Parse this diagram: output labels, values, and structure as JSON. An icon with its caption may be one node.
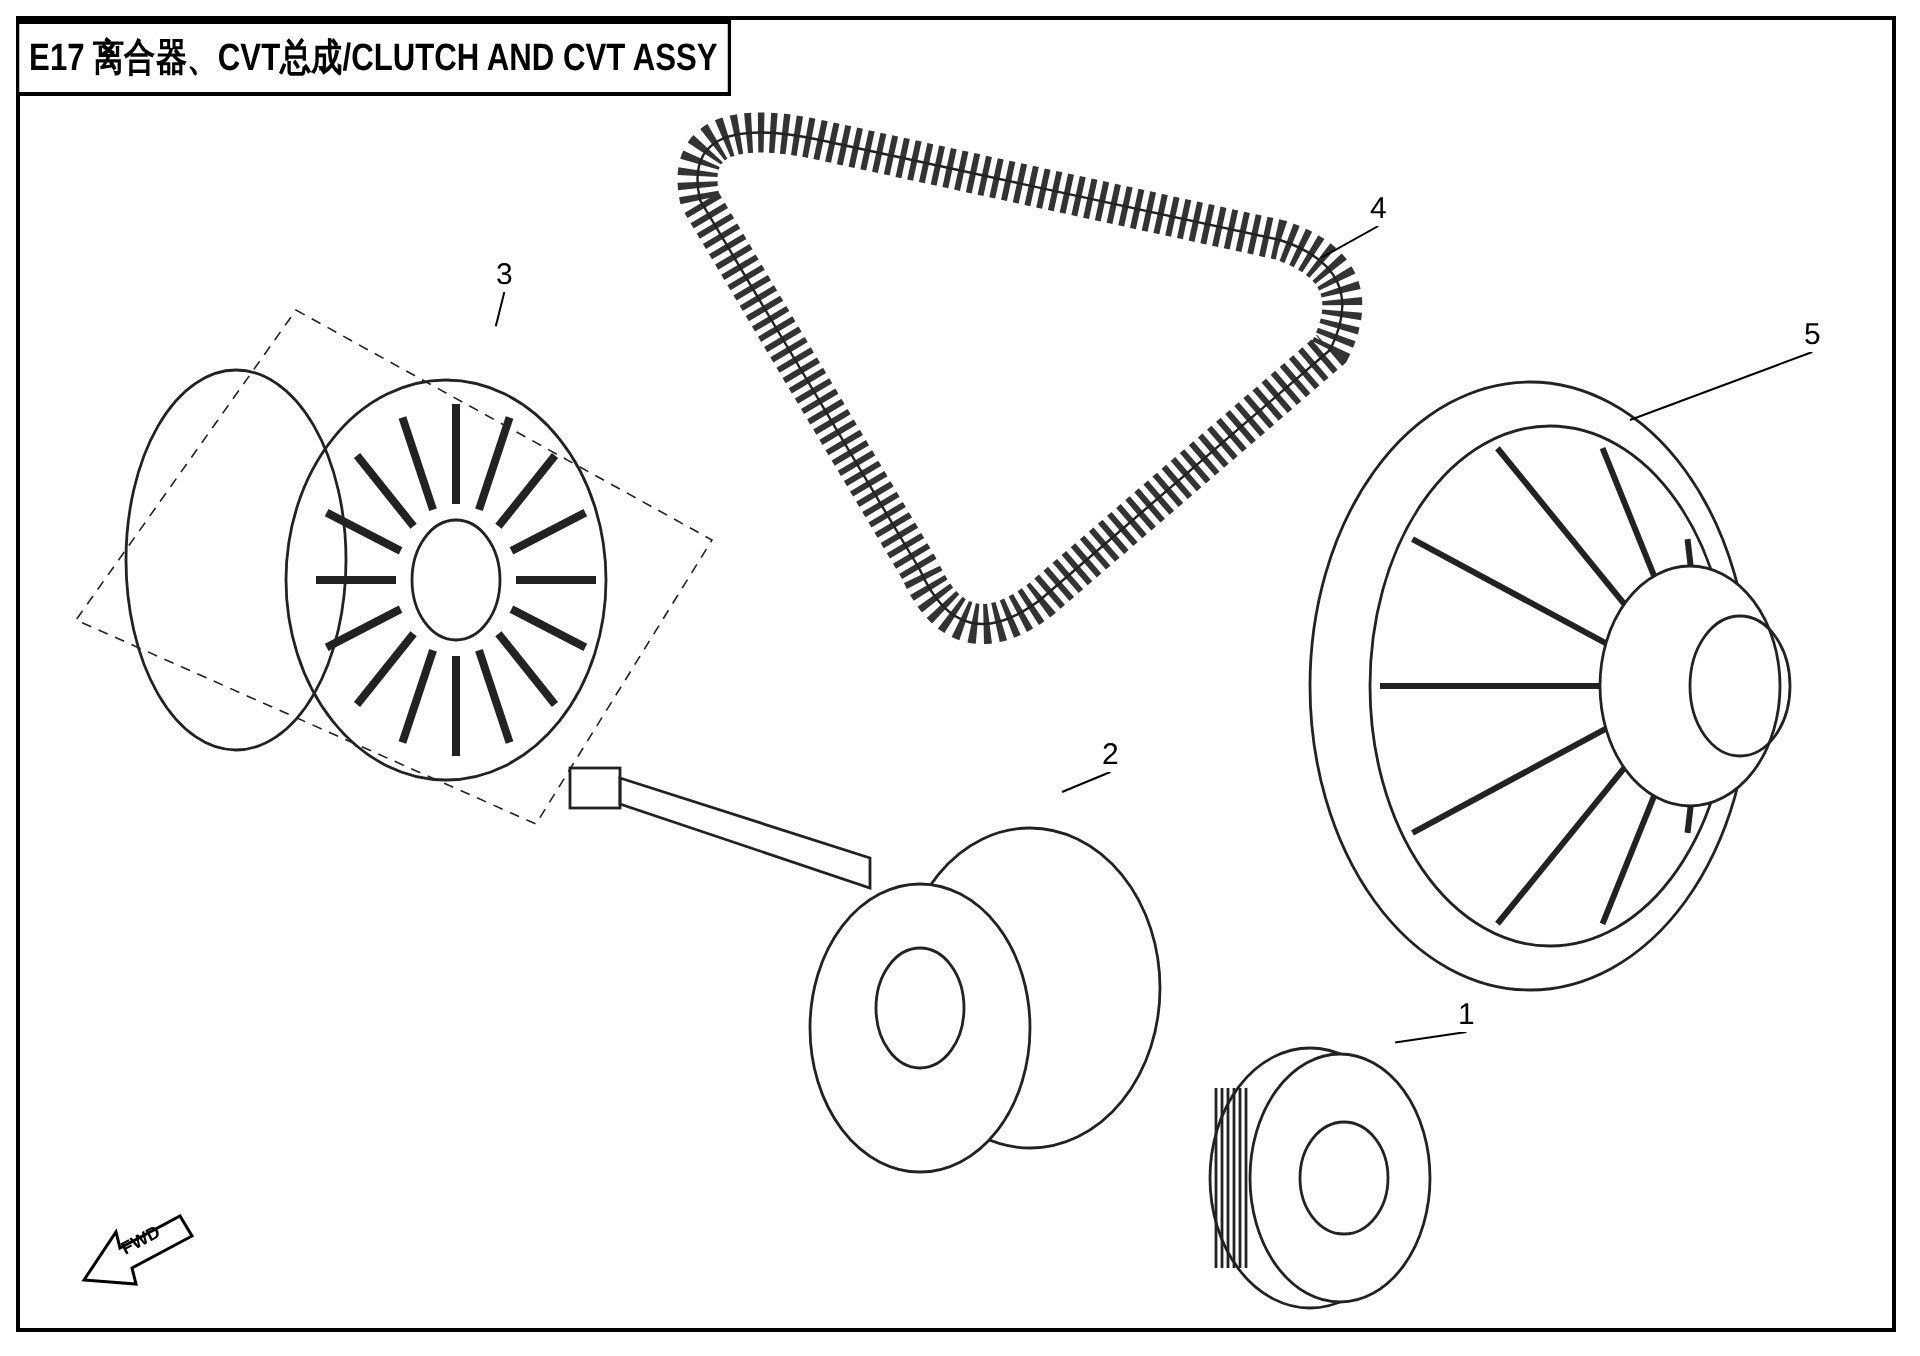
{
  "diagram": {
    "title": "E17 离合器、CVT总成/CLUTCH AND CVT ASSY",
    "nodes": [
      {
        "text": [
          "4"
        ]
      },
      {
        "text": [
          "3"
        ]
      },
      {
        "text": [
          "5"
        ]
      },
      {
        "text": [
          "2"
        ]
      },
      {
        "text": [
          "1"
        ]
      },
      {
        "text": [],
        "shape": "picture"
      },
      {
        "text": [],
        "shape": "picture"
      },
      {
        "text": [],
        "shape": "picture"
      },
      {
        "text": [],
        "shape": "picture"
      },
      {
        "text": [],
        "shape": "picture"
      }
    ],
    "edges": [
      {
        "from": 0,
        "to": 5,
        "arrow": "none"
      },
      {
        "from": 1,
        "to": 6,
        "arrow": "none"
      },
      {
        "from": 2,
        "to": 7,
        "arrow": "none"
      },
      {
        "from": 3,
        "to": 8,
        "arrow": "none"
      },
      {
        "from": 4,
        "to": 9,
        "arrow": "none"
      }
    ],
    "labels": [
      "FWD"
    ]
  }
}
